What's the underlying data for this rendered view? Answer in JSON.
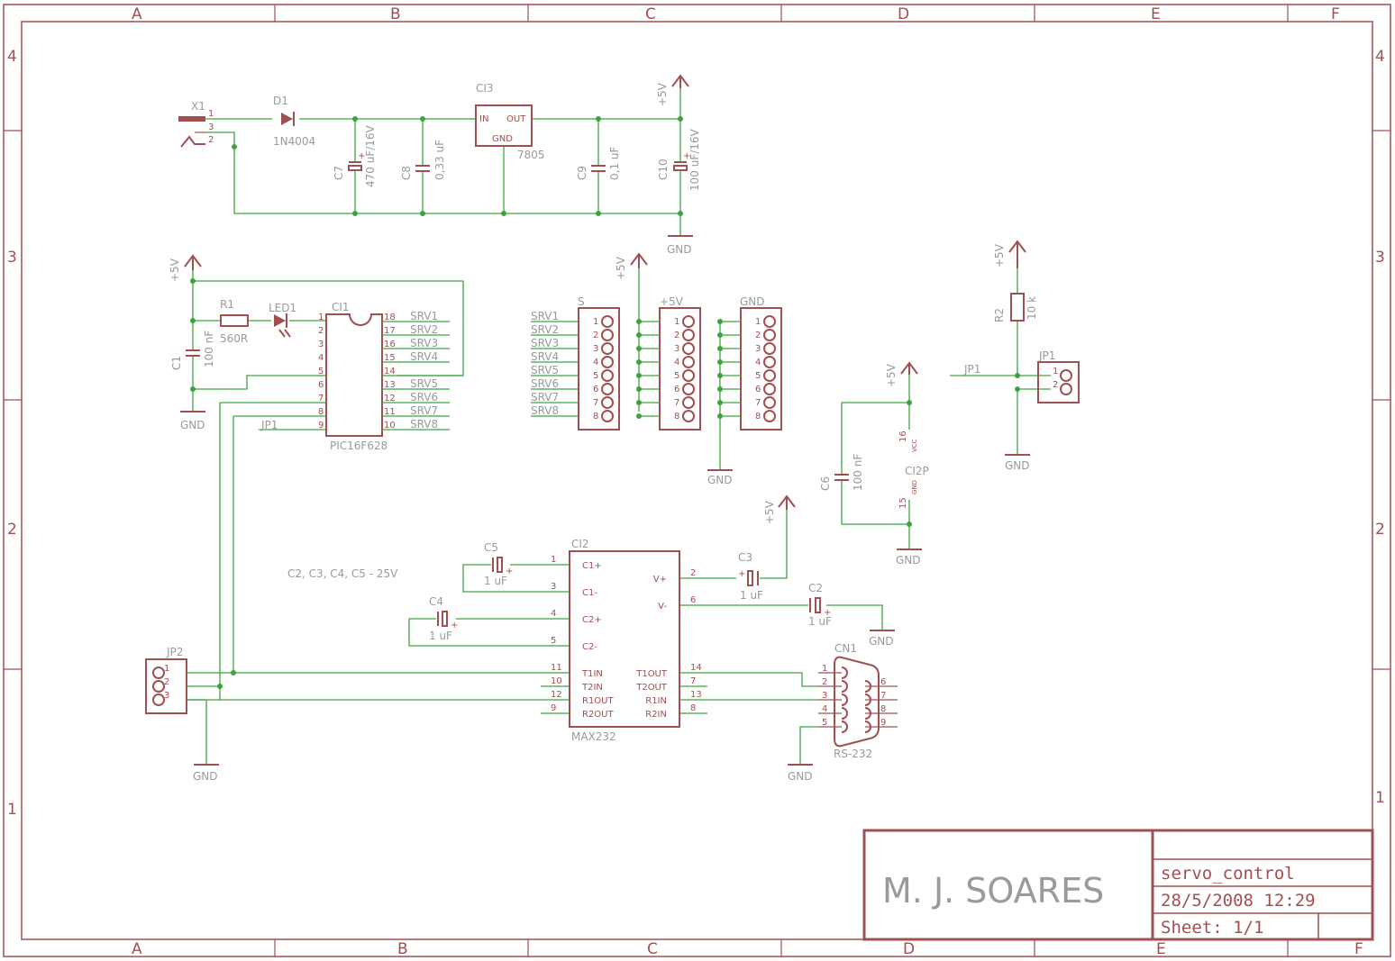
{
  "frame": {
    "columns": [
      "A",
      "B",
      "C",
      "D",
      "E",
      "F"
    ],
    "rows": [
      "4",
      "3",
      "2",
      "1"
    ]
  },
  "title_block": {
    "author": "M. J. SOARES",
    "project": "servo_control",
    "date": "28/5/2008 12:29",
    "sheet": "Sheet: 1/1"
  },
  "power_supply": {
    "x1": "X1",
    "x1_pins": [
      "1",
      "3",
      "2"
    ],
    "d1": "D1",
    "d1_value": "1N4004",
    "c7": "C7",
    "c7_value": "470 uF/16V",
    "c8": "C8",
    "c8_value": "0,33 uF",
    "ci3": "CI3",
    "ci3_in": "IN",
    "ci3_out": "OUT",
    "ci3_gnd": "GND",
    "ci3_value": "7805",
    "c9": "C9",
    "c9_value": "0,1 uF",
    "c10": "C10",
    "c10_value": "100 uF/16V",
    "vcc": "+5V",
    "gnd": "GND"
  },
  "mcu": {
    "vcc": "+5V",
    "r1": "R1",
    "r1_value": "560R",
    "led1": "LED1",
    "c1": "C1",
    "c1_value": "100 nF",
    "gnd": "GND",
    "ci1": "CI1",
    "ci1_value": "PIC16F628",
    "left_pins": [
      "1",
      "2",
      "3",
      "4",
      "5",
      "6",
      "7",
      "8",
      "9"
    ],
    "right_pins": [
      "18",
      "17",
      "16",
      "15",
      "14",
      "13",
      "12",
      "11",
      "10"
    ],
    "right_nets": [
      "SRV1",
      "SRV2",
      "SRV3",
      "SRV4",
      "",
      "SRV5",
      "SRV6",
      "SRV7",
      "SRV8"
    ],
    "jp1_net": "JP1"
  },
  "servo_headers": {
    "s_name": "S",
    "p5_name": "+5V",
    "gnd_name": "GND",
    "nets": [
      "SRV1",
      "SRV2",
      "SRV3",
      "SRV4",
      "SRV5",
      "SRV6",
      "SRV7",
      "SRV8"
    ],
    "pins": [
      "1",
      "2",
      "3",
      "4",
      "5",
      "6",
      "7",
      "8"
    ],
    "vcc": "+5V",
    "gnd": "GND"
  },
  "jumper1": {
    "vcc": "+5V",
    "r2": "R2",
    "r2_value": "10 k",
    "net": "JP1",
    "jp1": "JP1",
    "pins": [
      "1",
      "2"
    ],
    "gnd": "GND"
  },
  "ci2p": {
    "vcc": "+5V",
    "c6": "C6",
    "c6_value": "100 nF",
    "name": "CI2P",
    "pin16": "16",
    "pin16_name": "VCC",
    "pin15": "15",
    "pin15_name": "GND",
    "gnd": "GND"
  },
  "max232": {
    "note": "C2, C3, C4, C5 - 25V",
    "ci2": "CI2",
    "value": "MAX232",
    "left_pins": [
      {
        "num": "1",
        "name": "C1+"
      },
      {
        "num": "3",
        "name": "C1-"
      },
      {
        "num": "4",
        "name": "C2+"
      },
      {
        "num": "5",
        "name": "C2-"
      },
      {
        "num": "11",
        "name": "T1IN"
      },
      {
        "num": "10",
        "name": "T2IN"
      },
      {
        "num": "12",
        "name": "R1OUT"
      },
      {
        "num": "9",
        "name": "R2OUT"
      }
    ],
    "right_pins": [
      {
        "num": "2",
        "name": "V+"
      },
      {
        "num": "6",
        "name": "V-"
      },
      {
        "num": "14",
        "name": "T1OUT"
      },
      {
        "num": "7",
        "name": "T2OUT"
      },
      {
        "num": "13",
        "name": "R1IN"
      },
      {
        "num": "8",
        "name": "R2IN"
      }
    ],
    "c5": "C5",
    "c5_value": "1 uF",
    "c4": "C4",
    "c4_value": "1 uF",
    "c3": "C3",
    "c3_value": "1 uF",
    "c2": "C2",
    "c2_value": "1 uF",
    "vcc": "+5V",
    "gnd": "GND"
  },
  "jp2": {
    "name": "JP2",
    "pins": [
      "1",
      "2",
      "3"
    ],
    "gnd": "GND"
  },
  "cn1": {
    "name": "CN1",
    "value": "RS-232",
    "left_pins": [
      "1",
      "2",
      "3",
      "4",
      "5"
    ],
    "right_pins": [
      "6",
      "7",
      "8",
      "9"
    ],
    "gnd": "GND"
  }
}
